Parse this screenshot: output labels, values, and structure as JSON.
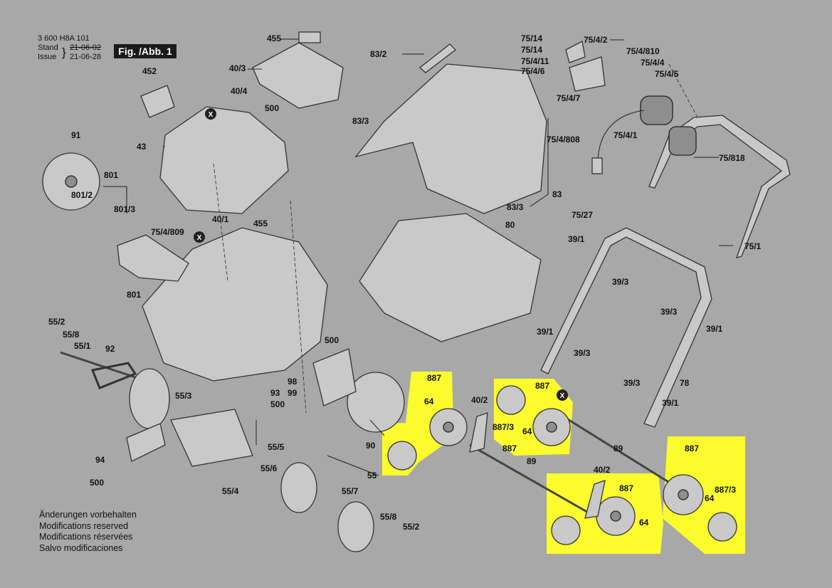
{
  "header": {
    "doc_number": "3 600 H8A 101",
    "stand_label": "Stand",
    "issue_label": "Issue",
    "stand_date": "21-06-02",
    "issue_date": "21-06-28",
    "figure_label": "Fig. /Abb. 1"
  },
  "notes": [
    "Änderungen vorbehalten",
    "Modifications reserved",
    "Modifications réservées",
    "Salvo modificaciones"
  ],
  "colors": {
    "background": "#a8a8a8",
    "highlight": "#fbfb2e",
    "part_fill": "#c9c9c9",
    "ink": "#111111"
  },
  "marker_symbol": "X",
  "part_labels": {
    "p455a": "455",
    "p40_3": "40/3",
    "p40_4": "40/4",
    "p500a": "500",
    "p452": "452",
    "p91": "91",
    "p43": "43",
    "p801": "801",
    "p801_2": "801/2",
    "p801_3": "801/3",
    "p75_4_809": "75/4/809",
    "p801b": "801",
    "p40_1": "40/1",
    "p455b": "455",
    "p83_2": "83/2",
    "p83_3a": "83/3",
    "p83": "83",
    "p83_3b": "83/3",
    "p80": "80",
    "p75_14a": "75/14",
    "p75_14b": "75/14",
    "p75_4_2": "75/4/2",
    "p75_4_11": "75/4/11",
    "p75_4_6": "75/4/6",
    "p75_4_810": "75/4/810",
    "p75_4_4": "75/4/4",
    "p75_4_5": "75/4/5",
    "p75_4_7": "75/4/7",
    "p75_4_1": "75/4/1",
    "p75_4_808": "75/4/808",
    "p75_818": "75/818",
    "p75_27": "75/27",
    "p39_1a": "39/1",
    "p75_1": "75/1",
    "p39_3a": "39/3",
    "p39_3b": "39/3",
    "p39_1b": "39/1",
    "p39_1c": "39/1",
    "p39_3c": "39/3",
    "p39_3d": "39/3",
    "p78": "78",
    "p39_1d": "39/1",
    "p55_2a": "55/2",
    "p55_8a": "55/8",
    "p55_1": "55/1",
    "p92": "92",
    "p55_3": "55/3",
    "p94": "94",
    "p500b": "500",
    "p500c": "500",
    "p98": "98",
    "p99": "99",
    "p93": "93",
    "p500d": "500",
    "p90": "90",
    "p55_5": "55/5",
    "p55_6": "55/6",
    "p55": "55",
    "p55_4": "55/4",
    "p55_7": "55/7",
    "p55_8b": "55/8",
    "p55_2b": "55/2",
    "p887a": "887",
    "p64a": "64",
    "p40_2a": "40/2",
    "p887b": "887",
    "p887_3a": "887/3",
    "p64b": "64",
    "p887c": "887",
    "p89a": "89",
    "p89b": "89",
    "p40_2b": "40/2",
    "p887d": "887",
    "p64c": "64",
    "p887e": "887",
    "p887_3b": "887/3",
    "p64d": "64"
  }
}
